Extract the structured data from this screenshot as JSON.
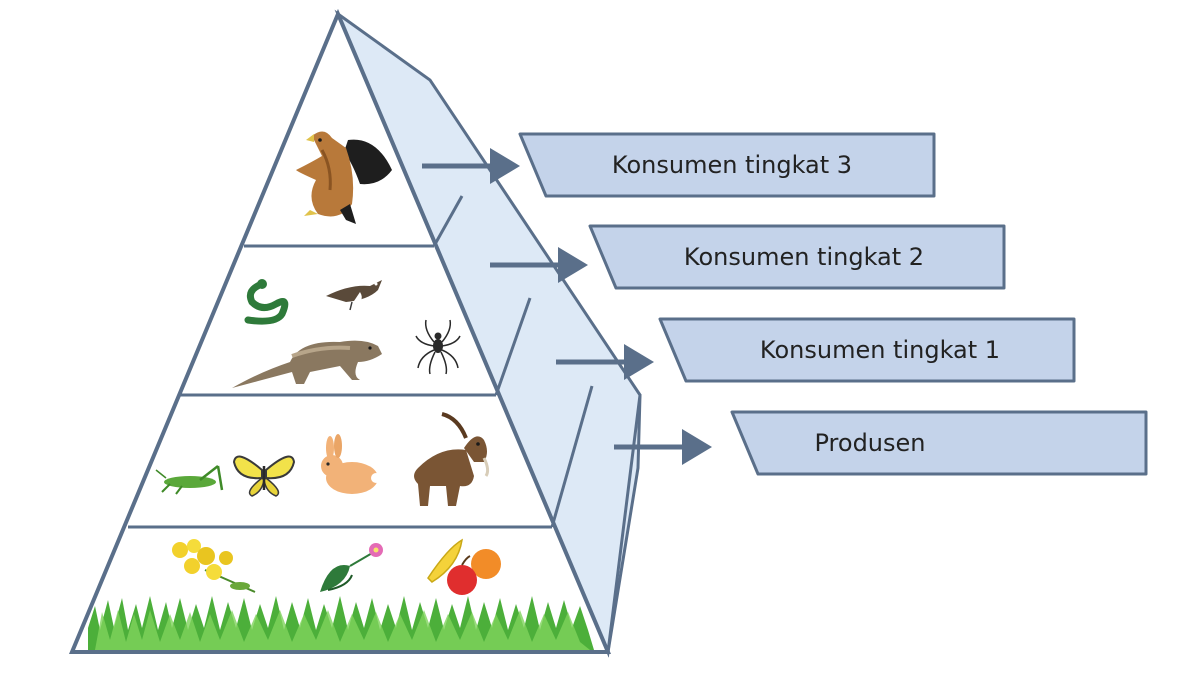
{
  "colors": {
    "outline": "#5a6f8a",
    "face": "#ffffff",
    "side_face": "#dde9f6",
    "label_fill": "#c4d3ea",
    "arrow": "#5a6f8a",
    "text": "#222222",
    "grass": "#4caf3a"
  },
  "levels": [
    {
      "label": "Konsumen tingkat 3",
      "icons": [
        "eagle-icon"
      ]
    },
    {
      "label": "Konsumen tingkat 2",
      "icons": [
        "snake-icon",
        "bird-icon",
        "mongoose-icon",
        "spider-icon"
      ]
    },
    {
      "label": "Konsumen tingkat 1",
      "icons": [
        "grasshopper-icon",
        "butterfly-icon",
        "rabbit-icon",
        "goat-icon"
      ]
    },
    {
      "label": "Produsen",
      "icons": [
        "yellow-flower-icon",
        "plant-icon",
        "fruit-icon",
        "grass-icon"
      ]
    }
  ]
}
